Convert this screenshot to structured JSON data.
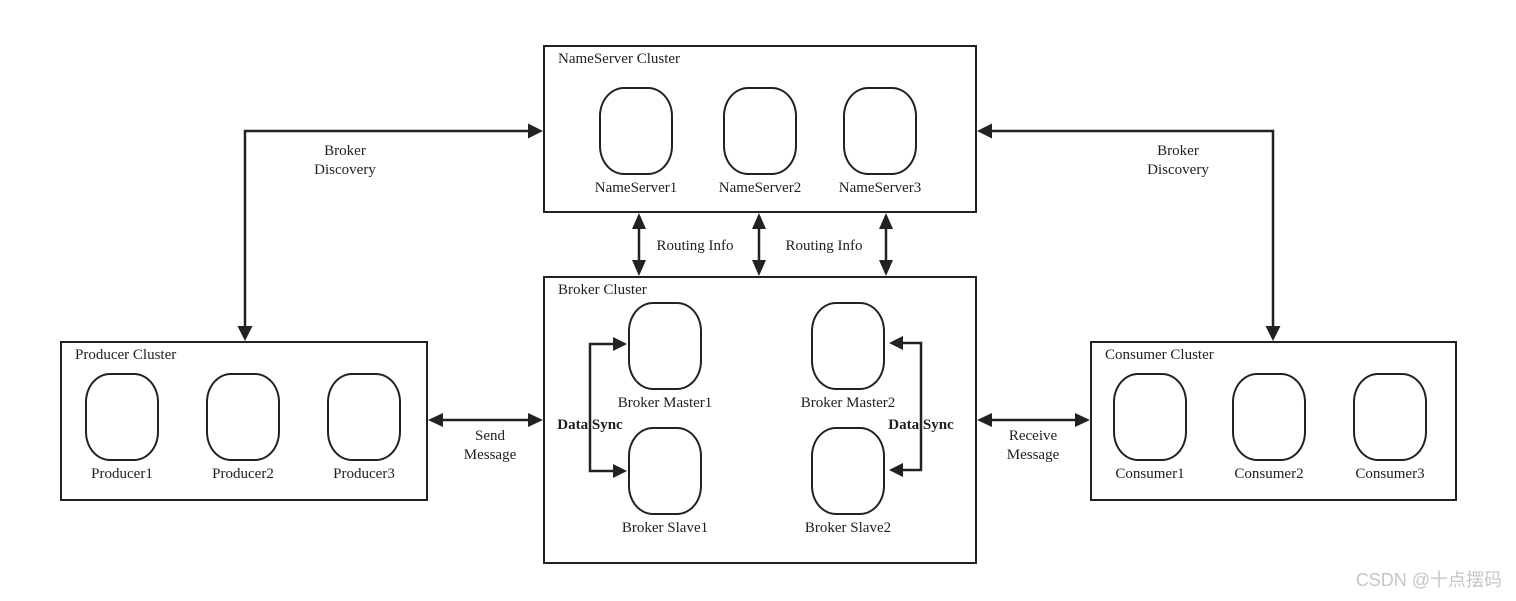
{
  "clusters": {
    "nameserver": {
      "title": "NameServer Cluster",
      "nodes": [
        "NameServer1",
        "NameServer2",
        "NameServer3"
      ]
    },
    "broker": {
      "title": "Broker Cluster",
      "masters": [
        "Broker Master1",
        "Broker Master2"
      ],
      "slaves": [
        "Broker Slave1",
        "Broker Slave2"
      ]
    },
    "producer": {
      "title": "Producer Cluster",
      "nodes": [
        "Producer1",
        "Producer2",
        "Producer3"
      ]
    },
    "consumer": {
      "title": "Consumer Cluster",
      "nodes": [
        "Consumer1",
        "Consumer2",
        "Consumer3"
      ]
    }
  },
  "edges": {
    "broker_discovery_left": {
      "line1": "Broker",
      "line2": "Discovery"
    },
    "broker_discovery_right": {
      "line1": "Broker",
      "line2": "Discovery"
    },
    "routing_info_left": "Routing Info",
    "routing_info_right": "Routing Info",
    "send_message": {
      "line1": "Send",
      "line2": "Message"
    },
    "receive_message": {
      "line1": "Receive",
      "line2": "Message"
    },
    "data_sync_left": "Data Sync",
    "data_sync_right": "Data Sync"
  },
  "watermark": "CSDN @十点摆码",
  "colors": {
    "line": "#222222",
    "background": "#ffffff",
    "watermark": "#c6c6c6"
  }
}
